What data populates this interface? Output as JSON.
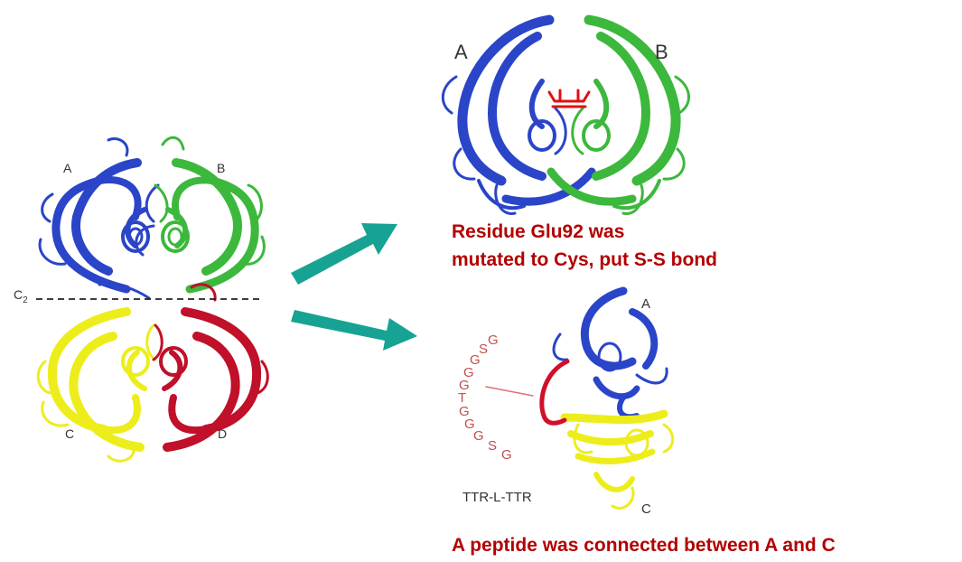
{
  "tetramer": {
    "labels": {
      "a": "A",
      "b": "B",
      "c": "C",
      "d": "D"
    },
    "axis": {
      "main": "C",
      "sub": "2"
    }
  },
  "dimer_ab": {
    "labels": {
      "a": "A",
      "b": "B"
    }
  },
  "caption_top": {
    "line1": "Residue Glu92 was",
    "line2": "mutated to Cys, put S-S bond"
  },
  "linked": {
    "labels": {
      "a": "A",
      "c": "C"
    },
    "linker": [
      "G",
      "S",
      "G",
      "G",
      "G",
      "T",
      "G",
      "G",
      "G",
      "S",
      "G"
    ],
    "construct": "TTR-L-TTR"
  },
  "caption_bottom": "A peptide was connected  between A and C",
  "colors": {
    "blue": "#2a45c8",
    "green": "#3cb83c",
    "yellow": "#eded1c",
    "red": "#c0102a",
    "arrow": "#17a393",
    "caption": "#b30000"
  }
}
